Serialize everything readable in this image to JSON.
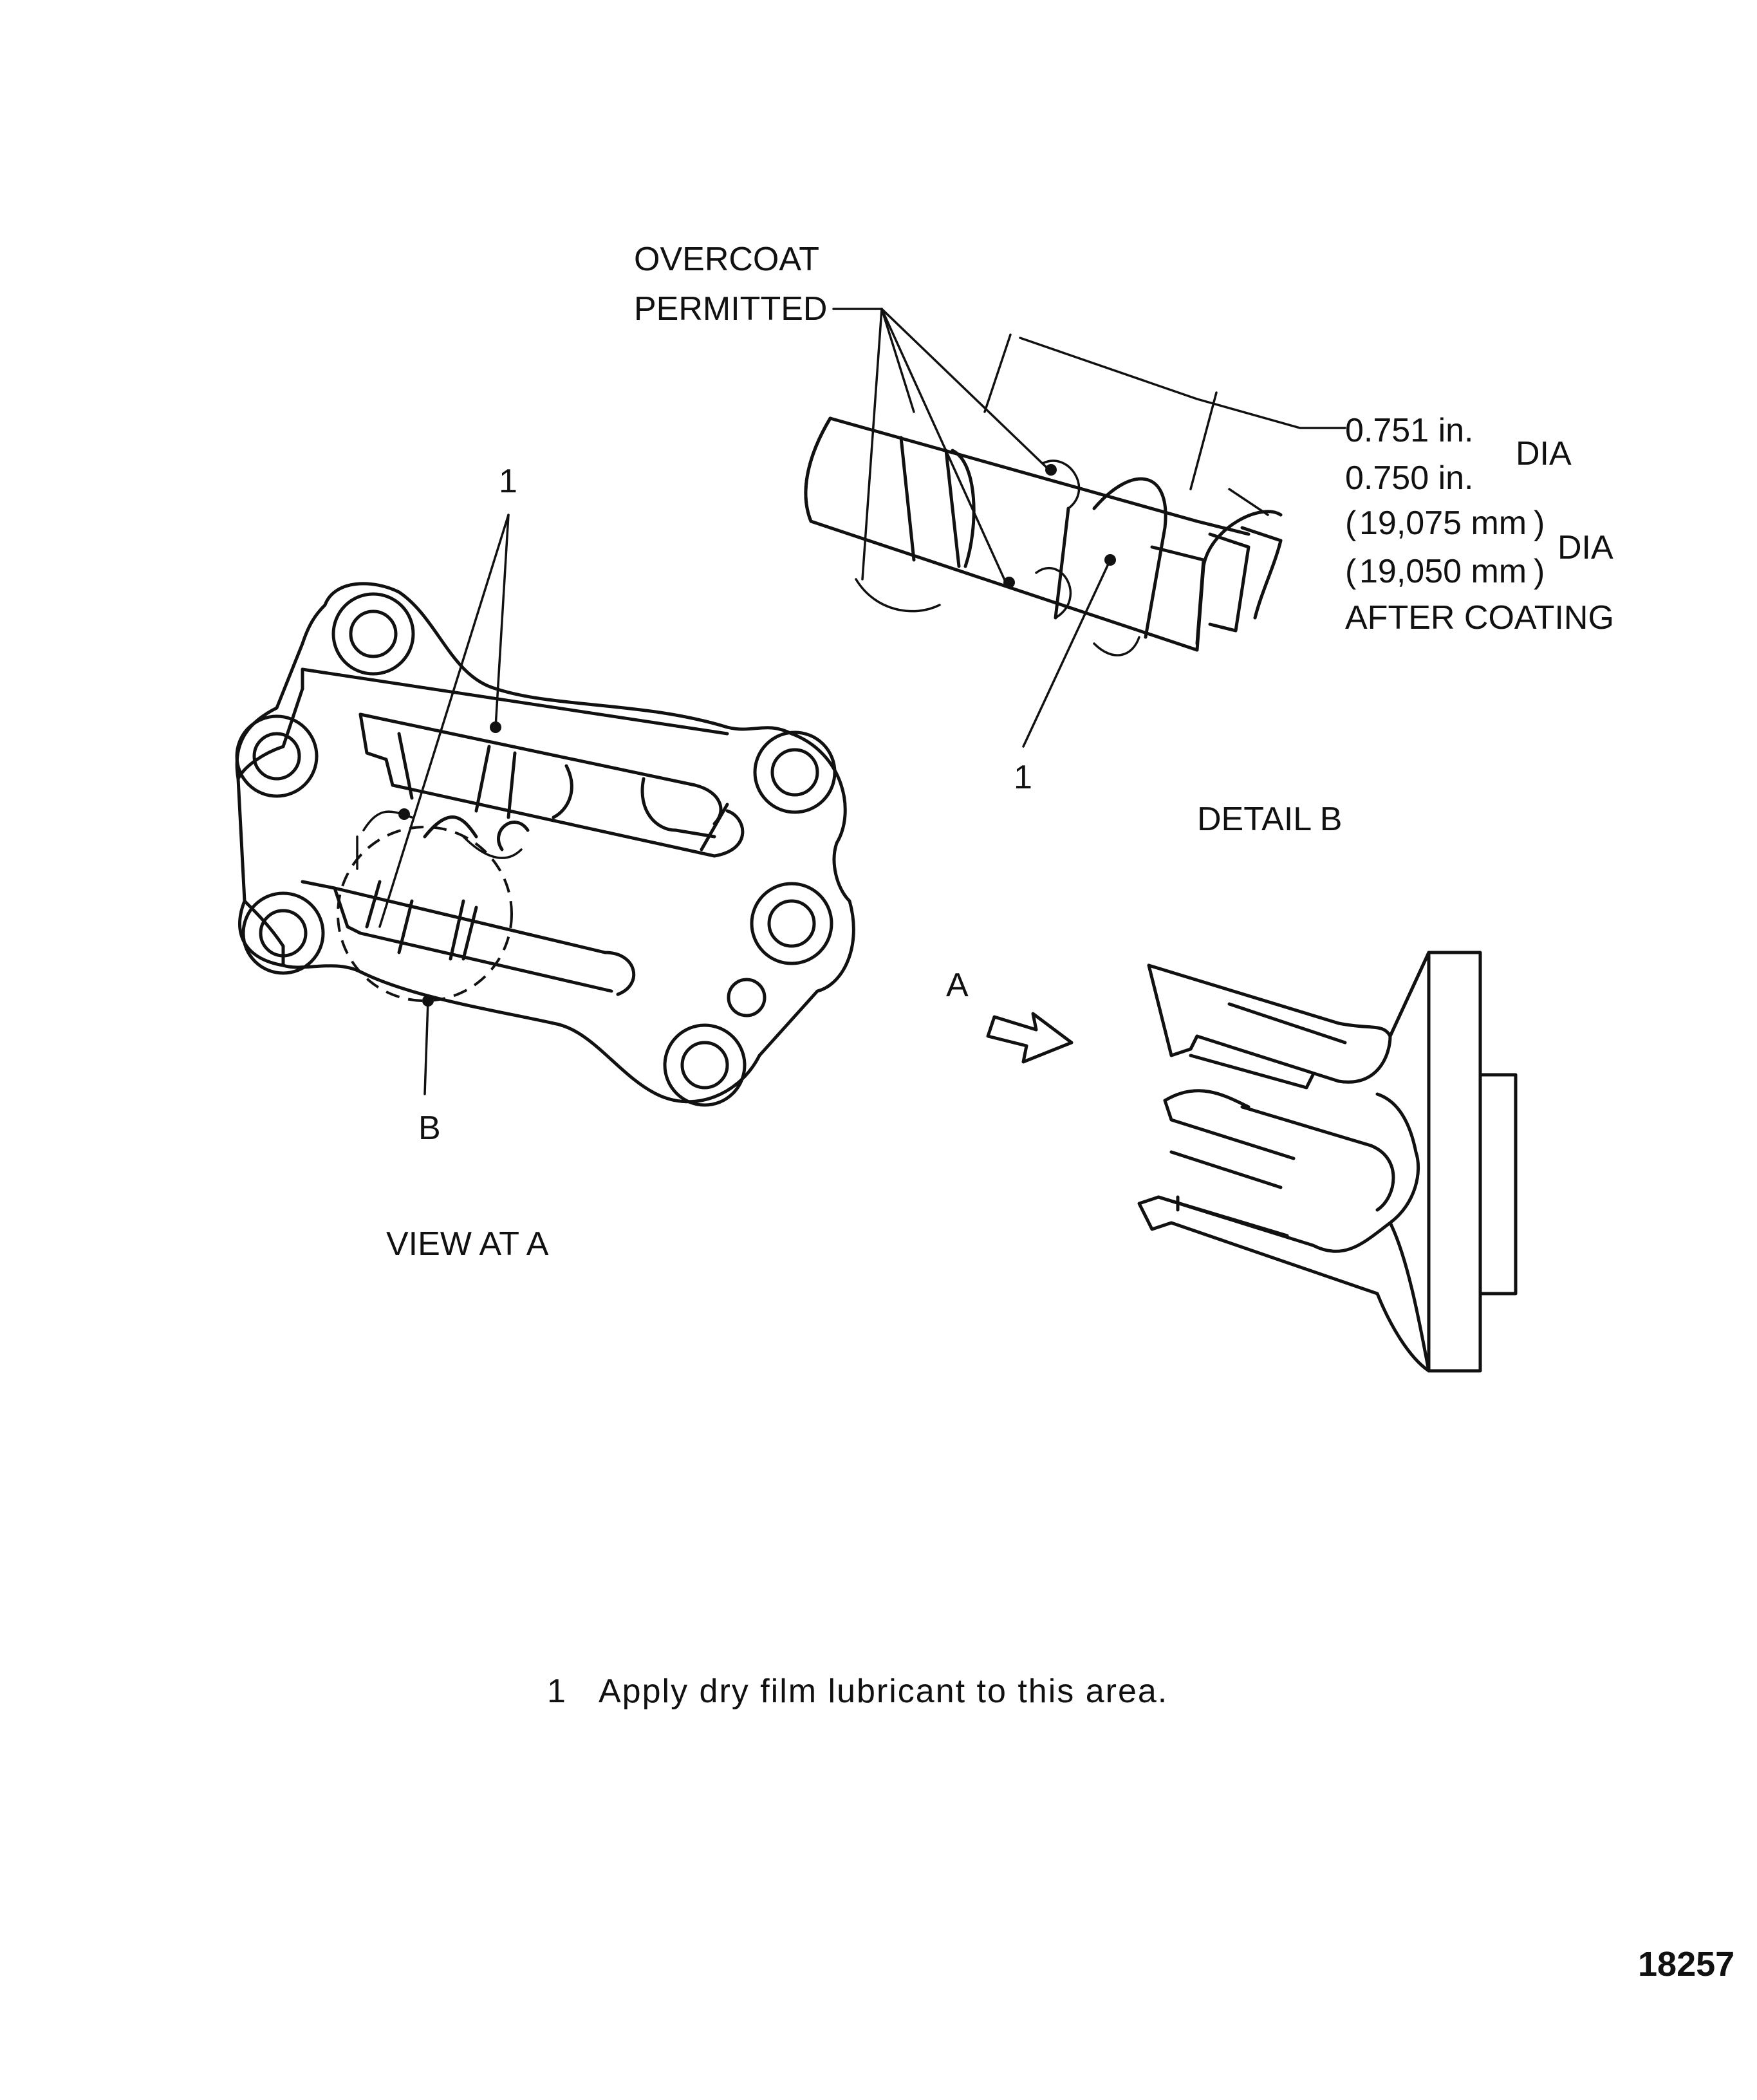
{
  "detail_b": {
    "callout_overcoat_line1": "OVERCOAT",
    "callout_overcoat_line2": "PERMITTED",
    "dim_in_max": "0.751 in.",
    "dim_in_min": "0.750 in.",
    "dim_in_suffix": "DIA",
    "dim_mm_max": "19,075 mm",
    "dim_mm_min": "19,050 mm",
    "dim_mm_suffix": "DIA",
    "dim_note": "AFTER COATING",
    "callout_number": "1",
    "title": "DETAIL B"
  },
  "view_at_a": {
    "callout_number": "1",
    "detail_marker": "B",
    "title": "VIEW AT A"
  },
  "side_view": {
    "direction_marker": "A"
  },
  "legend": {
    "number": "1",
    "text": "Apply dry film lubricant to this area."
  },
  "figure_number": "18257"
}
